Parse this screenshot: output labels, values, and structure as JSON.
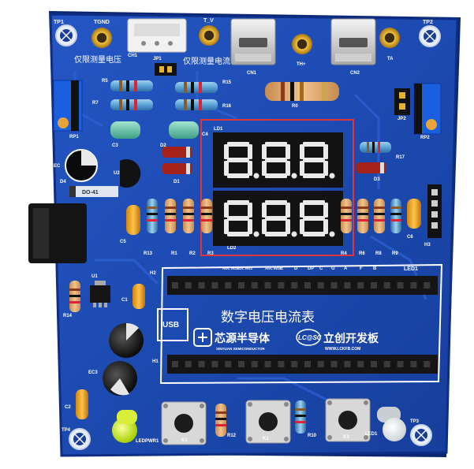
{
  "board": {
    "title_cn": "数字电压电流表",
    "brand_left": "芯源半导体",
    "brand_left_sub": "XINYUAN SEMICONDUCTOR",
    "brand_right": "立创开发板",
    "brand_right_sub": "WWW.LCKFB.COM",
    "logo_right_mark": "LC@SC",
    "usb_label": "USB",
    "note_voltage": "仅限测量电压",
    "note_current": "仅限测量电流",
    "colors": {
      "pcb": "#1c4bb0",
      "pcb_dark": "#0d2f86",
      "silk": "#ffffff",
      "highlight_box": "#e0363b"
    }
  },
  "labels": {
    "tp1": "TP1",
    "tgnd": "TGND",
    "tv": "T_V",
    "tp2": "TP2",
    "tp3": "TP3",
    "tp4": "TP4",
    "cn1": "CN1",
    "cn2": "CN2",
    "th_plus": "TH+",
    "ta": "TA",
    "jp1": "JP1",
    "jp2": "JP2",
    "r5": "R5",
    "r7": "R7",
    "r15": "R15",
    "r16": "R16",
    "r0": "R0",
    "rp1": "RP1",
    "rp2": "RP2",
    "c3": "C3",
    "c4": "C4",
    "d2": "D2",
    "d1": "D1",
    "d3": "D3",
    "u2": "U2",
    "ld1": "LD1",
    "ld2": "LD2",
    "r17": "R17",
    "ec": "EC",
    "d4": "D4",
    "do41": "DO-41",
    "c5": "C5",
    "r13": "R13",
    "r1": "R1",
    "r2": "R2",
    "r3": "R3",
    "r4": "R4",
    "r6": "R6",
    "r8": "R8",
    "r9": "R9",
    "c6": "C6",
    "h3": "H3",
    "u1": "U1",
    "c1": "C1",
    "r14": "R14",
    "h2": "H2",
    "h1": "H1",
    "ec3": "EC3",
    "c2": "C2",
    "led1": "LED1",
    "ledpwr1": "LEDPWR1",
    "r12": "R12",
    "r10": "R10",
    "k1": "K1",
    "k2": "K2",
    "k3": "K3",
    "led1b": "LED1"
  },
  "header_pins": [
    "ADC IN12",
    "ADC IN11",
    "ADC IN10",
    "E",
    "D",
    "DP",
    "C",
    "G",
    "A",
    "F",
    "B"
  ],
  "display": {
    "top": [
      "8.",
      "8.",
      "8."
    ],
    "bottom": [
      "8.",
      "8.",
      "8."
    ]
  }
}
